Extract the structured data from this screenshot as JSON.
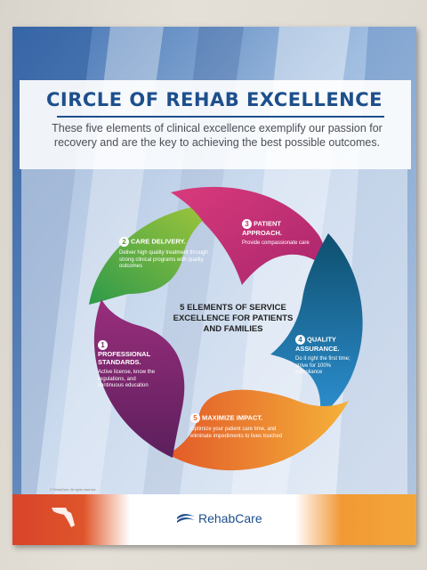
{
  "poster": {
    "title": "CIRCLE OF REHAB EXCELLENCE",
    "subtitle": "These five elements of clinical excellence exemplify our passion for recovery and are the key to achieving the best possible outcomes.",
    "center": "5 ELEMENTS OF SERVICE EXCELLENCE FOR PATIENTS AND FAMILIES",
    "fineprint": "© RehabCare. All rights reserved.",
    "logo_text": "RehabCare",
    "colors": {
      "title": "#1d4f8c",
      "green": "#8ab832",
      "magenta": "#c2327a",
      "blue": "#1f6fa8",
      "orange": "#f08a2c",
      "purple": "#7a2a6e"
    }
  },
  "elements": [
    {
      "num": "1",
      "title": "PROFESSIONAL STANDARDS.",
      "text": "Active license, know the regulations, and continuous education"
    },
    {
      "num": "2",
      "title": "CARE DELIVERY.",
      "text": "Deliver high quality treatment through strong clinical programs with quality outcomes"
    },
    {
      "num": "3",
      "title": "PATIENT APPROACH.",
      "text": "Provide compassionate care"
    },
    {
      "num": "4",
      "title": "QUALITY ASSURANCE.",
      "text": "Do it right the first time; strive for 100% compliance"
    },
    {
      "num": "5",
      "title": "MAXIMIZE IMPACT.",
      "text": "Optimize your patient care time, and eliminate impediments to lives touched"
    }
  ]
}
